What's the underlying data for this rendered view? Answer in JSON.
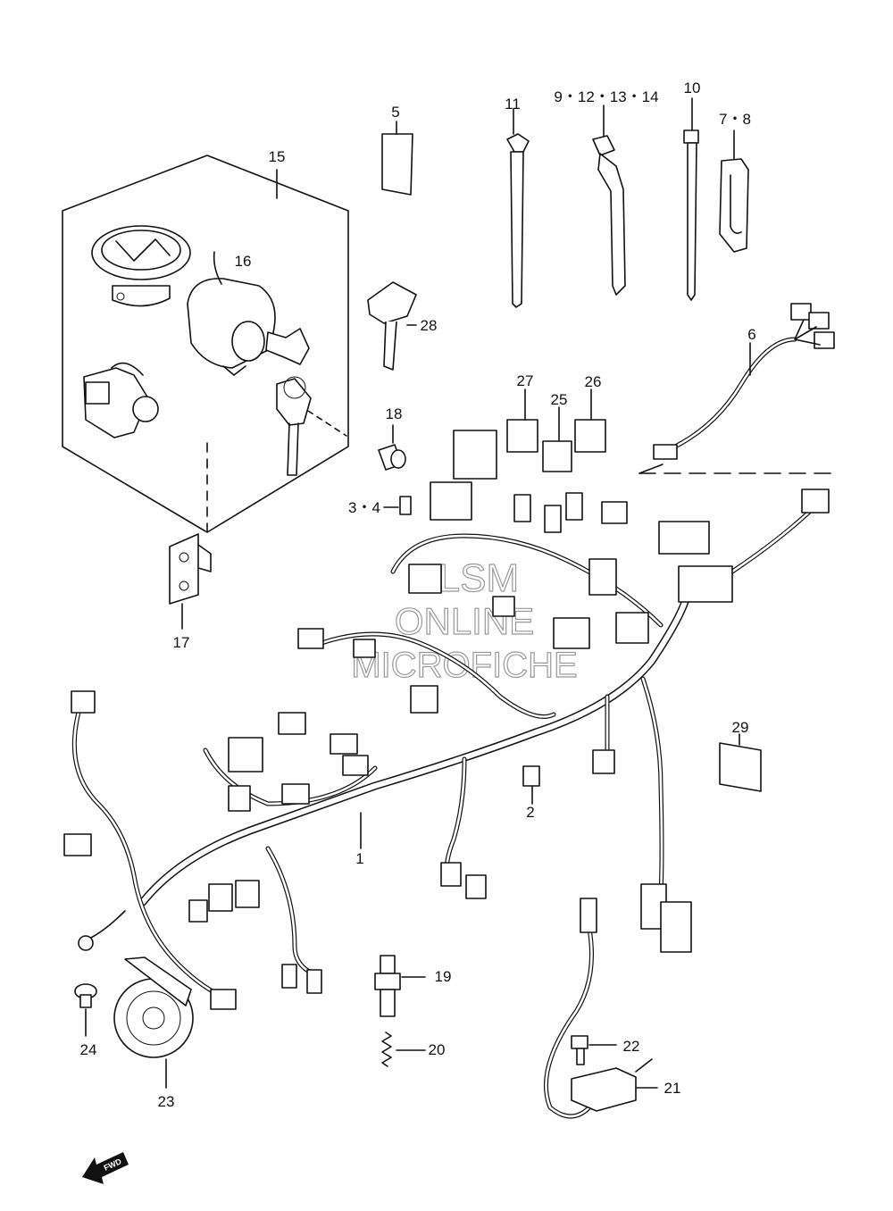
{
  "diagram": {
    "callouts": {
      "c1": "1",
      "c2": "2",
      "c34": "3・4",
      "c5": "5",
      "c6": "6",
      "c78": "7・8",
      "c9": "9・12・13・14",
      "c10": "10",
      "c11": "11",
      "c15": "15",
      "c16": "16",
      "c17": "17",
      "c18": "18",
      "c19": "19",
      "c20": "20",
      "c21": "21",
      "c22": "22",
      "c23": "23",
      "c24": "24",
      "c25": "25",
      "c26": "26",
      "c27": "27",
      "c28": "28",
      "c29": "29"
    },
    "watermark": {
      "line1": "HLSM",
      "line2": "ONLINE",
      "line3": "MICROFICHE"
    },
    "fwd_label": "FWD"
  }
}
